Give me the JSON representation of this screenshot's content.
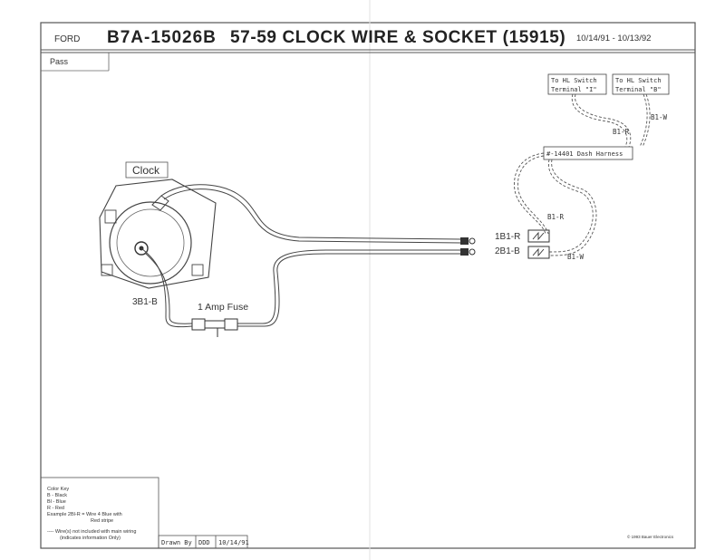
{
  "header": {
    "make": "FORD",
    "part_number": "B7A-15026B",
    "title": "57-59 CLOCK WIRE & SOCKET (15915)",
    "dates": "10/14/91 - 10/13/92"
  },
  "side_label": "Pass",
  "components": {
    "clock": "Clock",
    "clock_wire": "3B1-B",
    "fuse": "1 Amp Fuse",
    "hl_switch_i_line1": "To HL Switch",
    "hl_switch_i_line2": "Terminal \"I\"",
    "hl_switch_b_line1": "To HL Switch",
    "hl_switch_b_line2": "Terminal \"B\"",
    "dash_harness": "#-14401 Dash Harness"
  },
  "wires": {
    "bl_r_upper": "B1-R",
    "bl_w_upper": "B1-W",
    "bl_r_lower": "B1-R",
    "bl_w_lower": "B1-W",
    "conn_1": "1B1-R",
    "conn_2": "2B1-B"
  },
  "legend": {
    "title": "Color Key",
    "line1": "B - Black",
    "line2": "Bl - Blue",
    "line3": "R - Red",
    "line4": "Example 2Bl-R = Wire 4 Blue with",
    "line5": "Red stripe",
    "dashed1": "---- Wire(s) not included with main wiring",
    "dashed2": "(indicates information Only)"
  },
  "footer": {
    "drawn_by_label": "Drawn By",
    "drawn_by": "DDD",
    "drawn_date": "10/14/91",
    "copyright": "© 1993 Bauer Electronics"
  }
}
